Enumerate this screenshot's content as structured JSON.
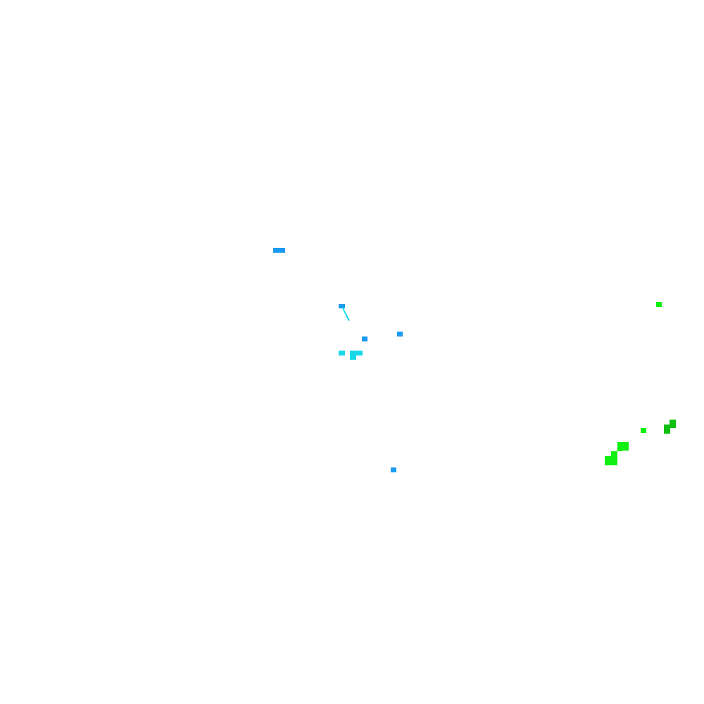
{
  "colors": {
    "background": "#ffffff",
    "blue": "#1a9af0",
    "cyan": "#1ad8e8",
    "bright_green": "#10f010",
    "dark_green": "#10c010"
  },
  "fragments": [
    {
      "id": "blue-dash-top",
      "color": "blue"
    },
    {
      "id": "blue-mark-center",
      "color": "blue"
    },
    {
      "id": "cyan-stroke",
      "color": "cyan"
    },
    {
      "id": "blue-dot-1",
      "color": "blue"
    },
    {
      "id": "blue-dot-2",
      "color": "blue"
    },
    {
      "id": "cyan-dot-1",
      "color": "cyan"
    },
    {
      "id": "cyan-cluster",
      "color": "cyan"
    },
    {
      "id": "blue-dot-3",
      "color": "blue"
    },
    {
      "id": "green-dot-1",
      "color": "bright_green"
    },
    {
      "id": "green-dot-2",
      "color": "bright_green"
    },
    {
      "id": "dark-green-cluster",
      "color": "dark_green"
    },
    {
      "id": "green-cluster-1",
      "color": "bright_green"
    },
    {
      "id": "green-cluster-2",
      "color": "bright_green"
    }
  ]
}
